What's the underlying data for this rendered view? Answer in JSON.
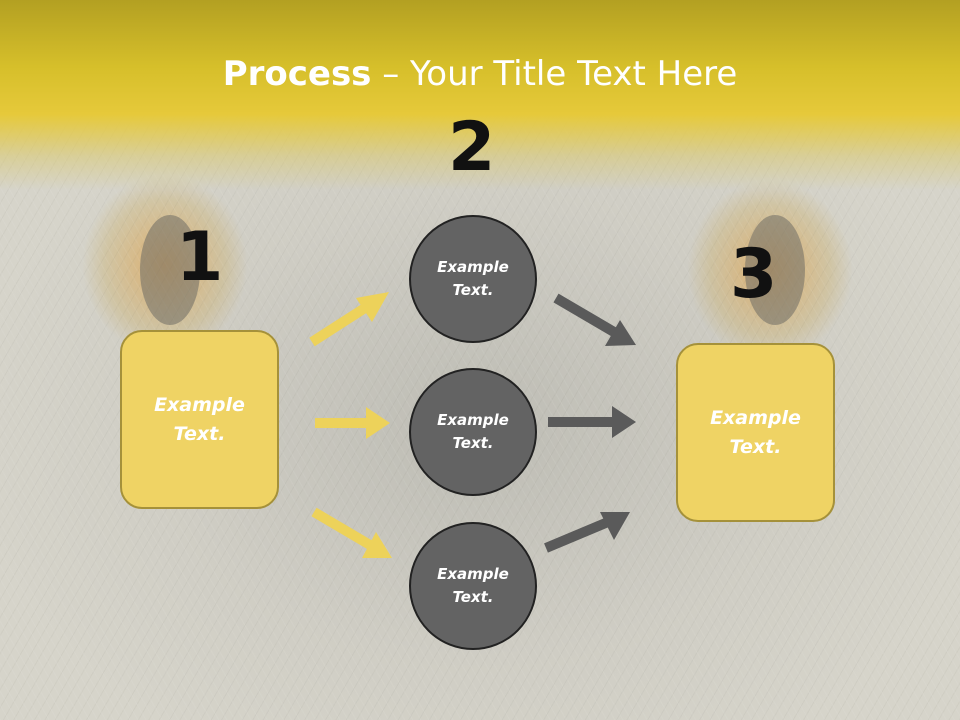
{
  "title": {
    "bold": "Process",
    "rest": " – Your Title Text Here"
  },
  "steps": [
    "1",
    "2",
    "3"
  ],
  "left_box": {
    "text": "Example\nText."
  },
  "right_box": {
    "text": "Example\nText."
  },
  "circles": [
    {
      "text": "Example\nText."
    },
    {
      "text": "Example\nText."
    },
    {
      "text": "Example\nText."
    }
  ],
  "colors": {
    "accent": "#efd364",
    "circle": "#636363",
    "arrow_yellow": "#edd25a",
    "arrow_gray": "#5a5a5a"
  }
}
